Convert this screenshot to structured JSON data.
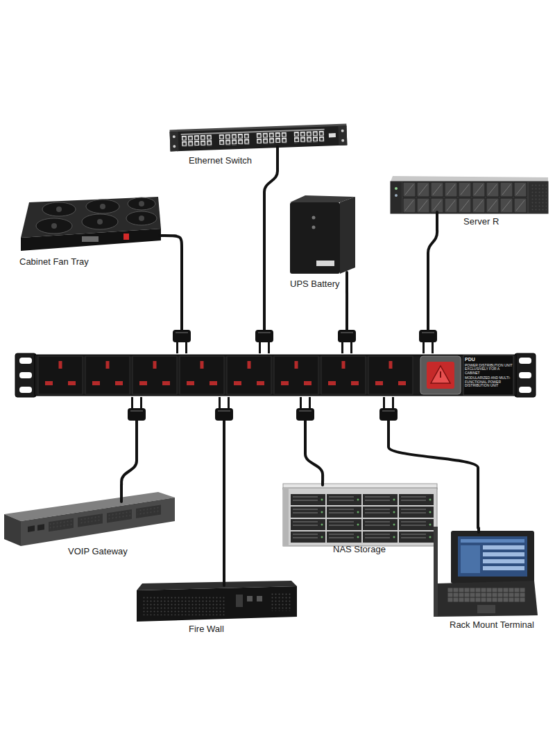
{
  "diagram": {
    "nodes": [
      {
        "text": [
          "Ethernet Switch"
        ]
      },
      {
        "text": [
          "Server R"
        ]
      },
      {
        "text": [
          "Cabinet Fan Tray"
        ]
      },
      {
        "text": [
          "UPS Battery"
        ]
      },
      {
        "text": [
          "PDU",
          "POWER DISTRIBUTION UNIT EXCLUSIVELY FOR A CABINET",
          "MODULARIZED AND MULTI-FUNCTIONAL POWER DISTRIBUTION UNIT"
        ]
      },
      {
        "text": [
          "VOIP Gateway"
        ]
      },
      {
        "text": [
          "NAS Storage"
        ]
      },
      {
        "text": [
          "Fire Wall"
        ]
      },
      {
        "text": [
          "Rack Mount Terminal"
        ]
      }
    ],
    "edges": [
      {
        "from": 0,
        "to": 4,
        "arrow": "none"
      },
      {
        "from": 1,
        "to": 4,
        "arrow": "none"
      },
      {
        "from": 2,
        "to": 4,
        "arrow": "none"
      },
      {
        "from": 3,
        "to": 4,
        "arrow": "none"
      },
      {
        "from": 5,
        "to": 4,
        "arrow": "none"
      },
      {
        "from": 6,
        "to": 4,
        "arrow": "none"
      },
      {
        "from": 7,
        "to": 4,
        "arrow": "none"
      },
      {
        "from": 8,
        "to": 4,
        "arrow": "none"
      }
    ]
  }
}
